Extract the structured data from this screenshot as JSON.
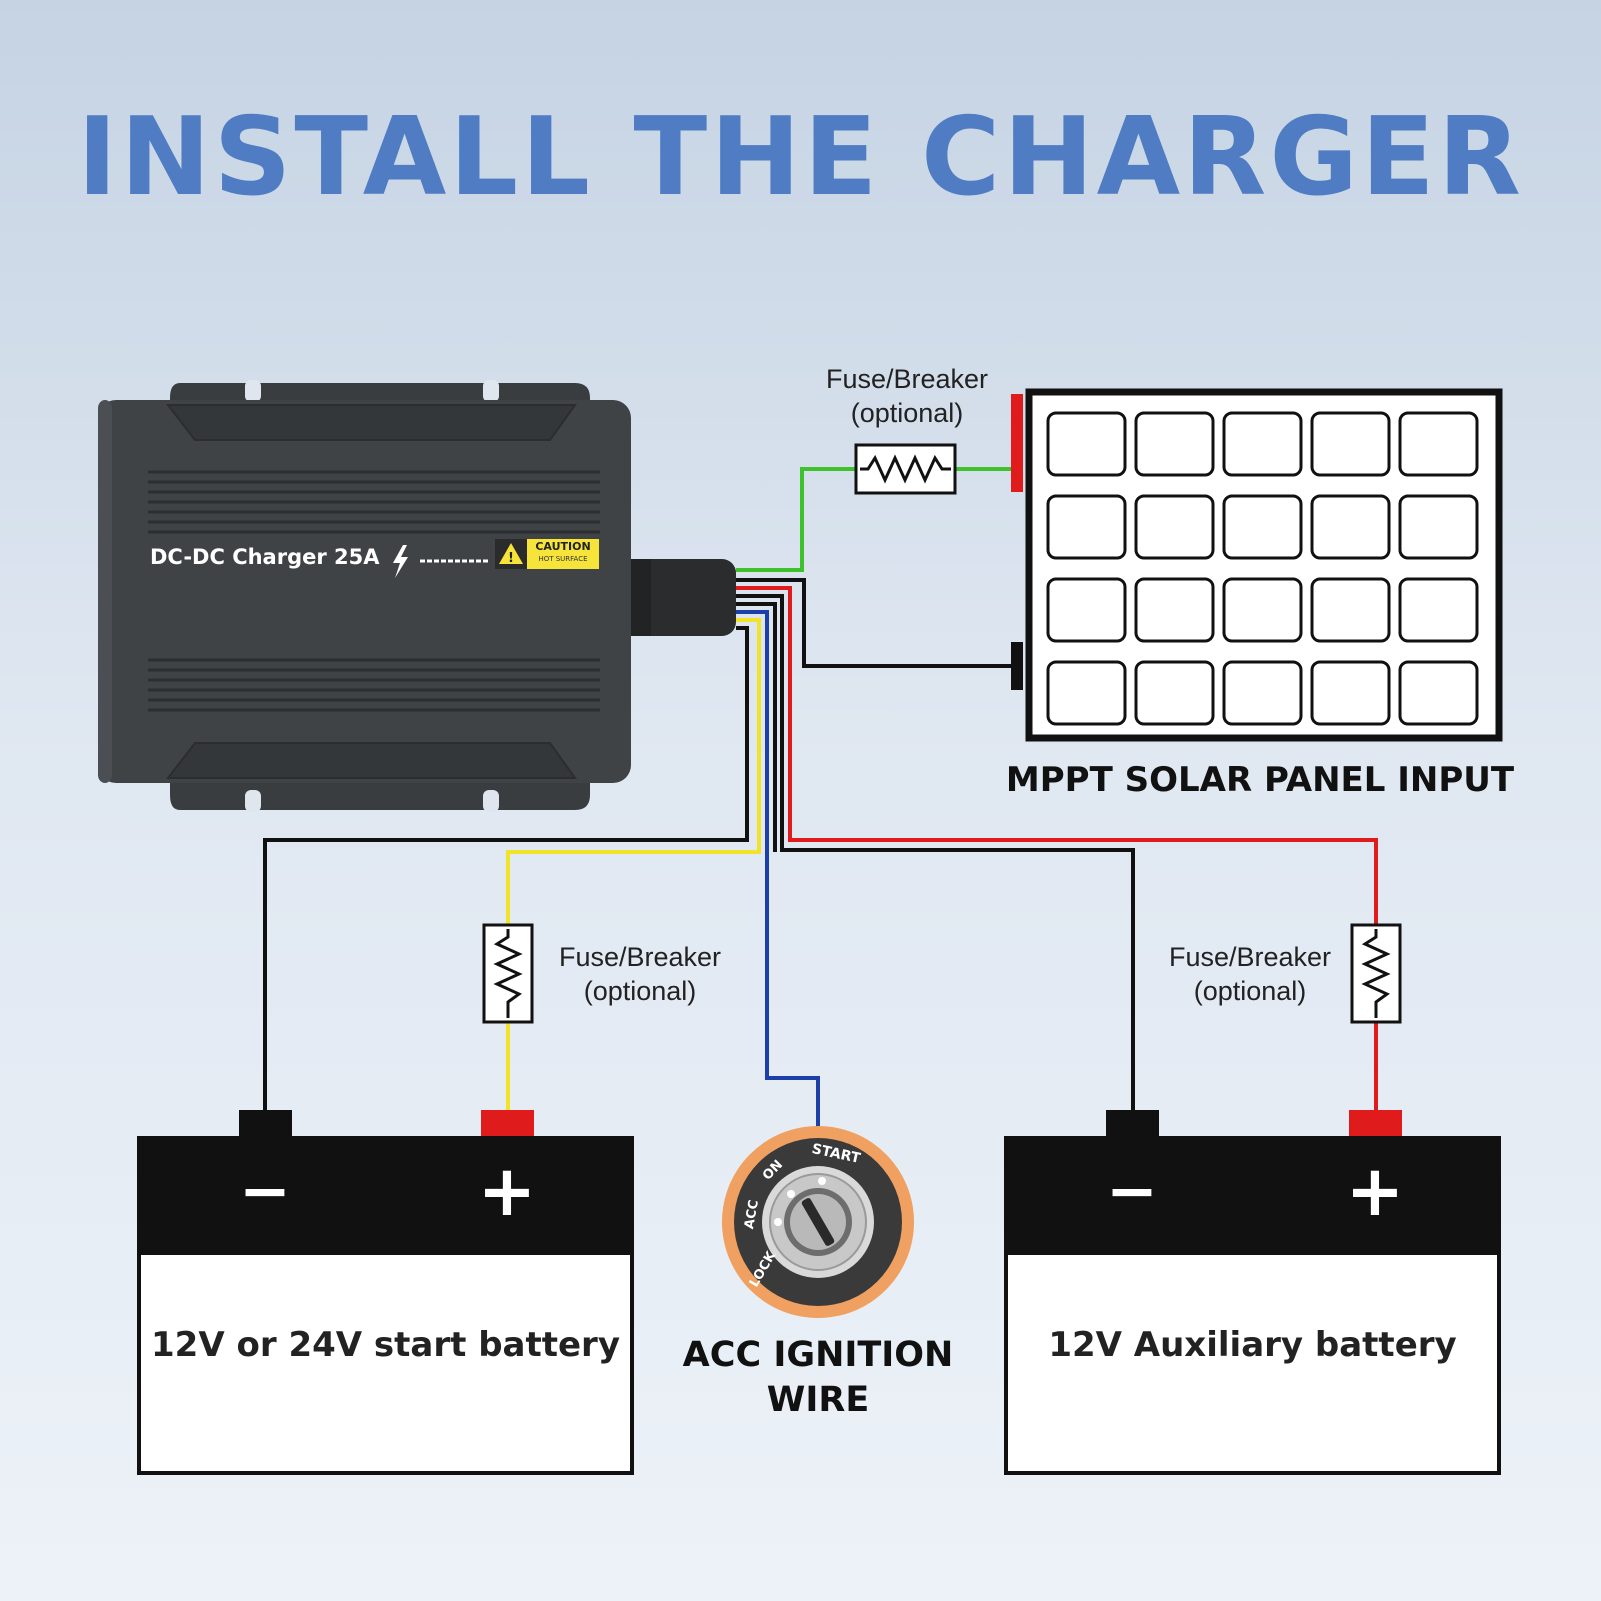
{
  "title": "INSTALL THE CHARGER",
  "charger": {
    "model_label": "DC-DC Charger 25A",
    "caution_label": "CAUTION",
    "caution_sub": "HOT SURFACE"
  },
  "solar": {
    "label": "MPPT SOLAR PANEL INPUT"
  },
  "fuses": {
    "solar": {
      "line1": "Fuse/Breaker",
      "line2": "(optional)"
    },
    "start": {
      "line1": "Fuse/Breaker",
      "line2": "(optional)"
    },
    "aux": {
      "line1": "Fuse/Breaker",
      "line2": "(optional)"
    }
  },
  "ignition": {
    "label_line1": "ACC IGNITION",
    "label_line2": "WIRE",
    "positions": [
      "LOCK",
      "ACC",
      "ON",
      "START"
    ]
  },
  "start_battery": {
    "label": "12V or 24V start battery",
    "neg": "−",
    "pos": "+"
  },
  "aux_battery": {
    "label": "12V Auxiliary battery",
    "neg": "−",
    "pos": "+"
  },
  "colors": {
    "title": "#4f7cc2",
    "wire_green": "#3ec22b",
    "wire_red": "#e01b1b",
    "wire_yellow": "#f1e22a",
    "wire_blue": "#1d3fa8",
    "wire_black": "#111111",
    "charger_body": "#3f4346",
    "ignition_ring": "#f0a060"
  }
}
